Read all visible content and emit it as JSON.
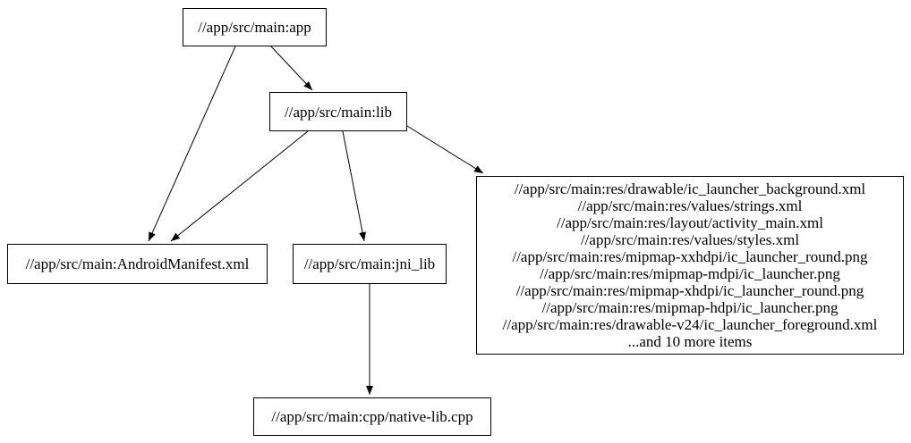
{
  "colors": {
    "background": "#ffffff",
    "node_fill": "#ffffff",
    "node_border": "#000000",
    "edge": "#000000",
    "text": "#000000"
  },
  "graph": {
    "nodes": {
      "app": {
        "label": "//app/src/main:app"
      },
      "lib": {
        "label": "//app/src/main:lib"
      },
      "manifest": {
        "label": "//app/src/main:AndroidManifest.xml"
      },
      "jni_lib": {
        "label": "//app/src/main:jni_lib"
      },
      "res": {
        "lines": [
          "//app/src/main:res/drawable/ic_launcher_background.xml",
          "//app/src/main:res/values/strings.xml",
          "//app/src/main:res/layout/activity_main.xml",
          "//app/src/main:res/values/styles.xml",
          "//app/src/main:res/mipmap-xxhdpi/ic_launcher_round.png",
          "//app/src/main:res/mipmap-mdpi/ic_launcher.png",
          "//app/src/main:res/mipmap-xhdpi/ic_launcher_round.png",
          "//app/src/main:res/mipmap-hdpi/ic_launcher.png",
          "//app/src/main:res/drawable-v24/ic_launcher_foreground.xml",
          "...and 10 more items"
        ]
      },
      "native_lib": {
        "label": "//app/src/main:cpp/native-lib.cpp"
      }
    },
    "edges": [
      {
        "from": "app",
        "to": "manifest"
      },
      {
        "from": "app",
        "to": "lib"
      },
      {
        "from": "lib",
        "to": "manifest"
      },
      {
        "from": "lib",
        "to": "jni_lib"
      },
      {
        "from": "lib",
        "to": "res"
      },
      {
        "from": "jni_lib",
        "to": "native_lib"
      }
    ]
  }
}
